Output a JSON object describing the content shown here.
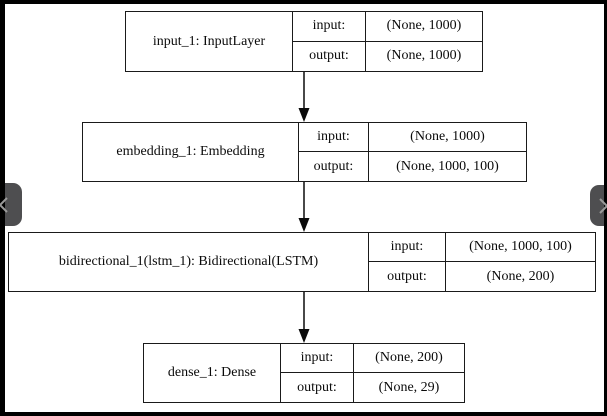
{
  "colors": {
    "frame": "#000000",
    "node-border": "#1a1a1a",
    "handle": "#4e4e50",
    "chevron": "#9a9a9a"
  },
  "nav": {
    "prev_icon": "chevron-left",
    "next_icon": "chevron-right"
  },
  "diagram": {
    "type": "keras-model-plot",
    "row_labels": {
      "input": "input:",
      "output": "output:"
    },
    "layers": [
      {
        "name": "input_1: InputLayer",
        "input_shape": "(None, 1000)",
        "output_shape": "(None, 1000)"
      },
      {
        "name": "embedding_1: Embedding",
        "input_shape": "(None, 1000)",
        "output_shape": "(None, 1000, 100)"
      },
      {
        "name": "bidirectional_1(lstm_1): Bidirectional(LSTM)",
        "input_shape": "(None, 1000, 100)",
        "output_shape": "(None, 200)"
      },
      {
        "name": "dense_1: Dense",
        "input_shape": "(None, 200)",
        "output_shape": "(None, 29)"
      }
    ]
  }
}
